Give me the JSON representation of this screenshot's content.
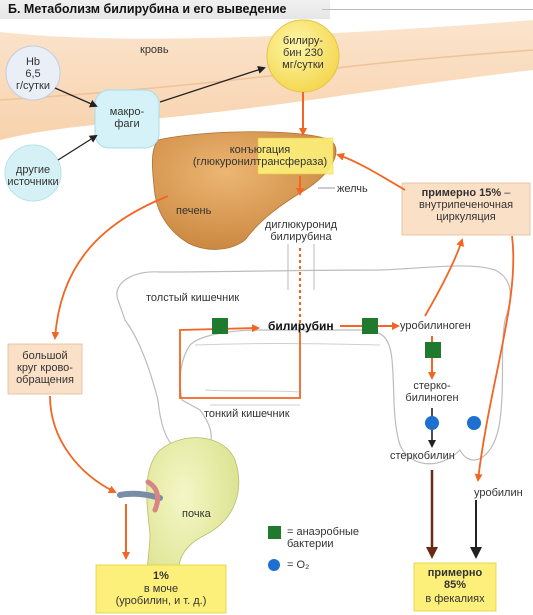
{
  "title": "Б. Метаболизм билирубина и его выведение",
  "labels": {
    "blood": "кровь",
    "hb_line1": "Hb",
    "hb_line2": "6,5",
    "hb_line3": "г/сутки",
    "macrophages": "макро-\nфаги",
    "other_sources": "другие\nисточники",
    "bilirubin_blood": "билиру-\nбин 230\nмг/сутки",
    "conjugation": "конъюгация\n(глюкуронилтрансфераза)",
    "bile": "желчь",
    "liver": "печень",
    "diglucuronide": "диглюкуронид\nбилирубина",
    "enterohepatic_bold": "примерно 15%",
    "enterohepatic_rest": " –\nвнутрипеченочная\nциркуляция",
    "large_intestine": "толстый кишечник",
    "systemic_circulation": "большой\nкруг крово-\nобращения",
    "bilirubin_intestine": "билирубин",
    "urobilinogen": "уробилиноген",
    "stercobilinogen": "стерко-\nбилиноген",
    "small_intestine": "тонкий кишечник",
    "stercobilin": "стеркобилин",
    "urobilin": "уробилин",
    "kidney": "почка",
    "urine_bold": "1%",
    "urine_rest": "в моче\n(уробилин, и т. д.)",
    "feces_bold": "примерно\n85%",
    "feces_rest": "в фекалиях"
  },
  "legend": {
    "anaerobic": "= анаэробные\nбактерии",
    "oxygen": "= O₂"
  },
  "colors": {
    "arrow_orange": "#f26522",
    "arrow_dark": "#222222",
    "arrow_brown": "#6b2a12",
    "bacteria_green": "#1f7a2e",
    "oxygen_blue": "#1e6fd0",
    "label_box": "#fbe0c8",
    "yellow_box": "#fdf07a",
    "cell_cyan": "#d4f2f7"
  }
}
